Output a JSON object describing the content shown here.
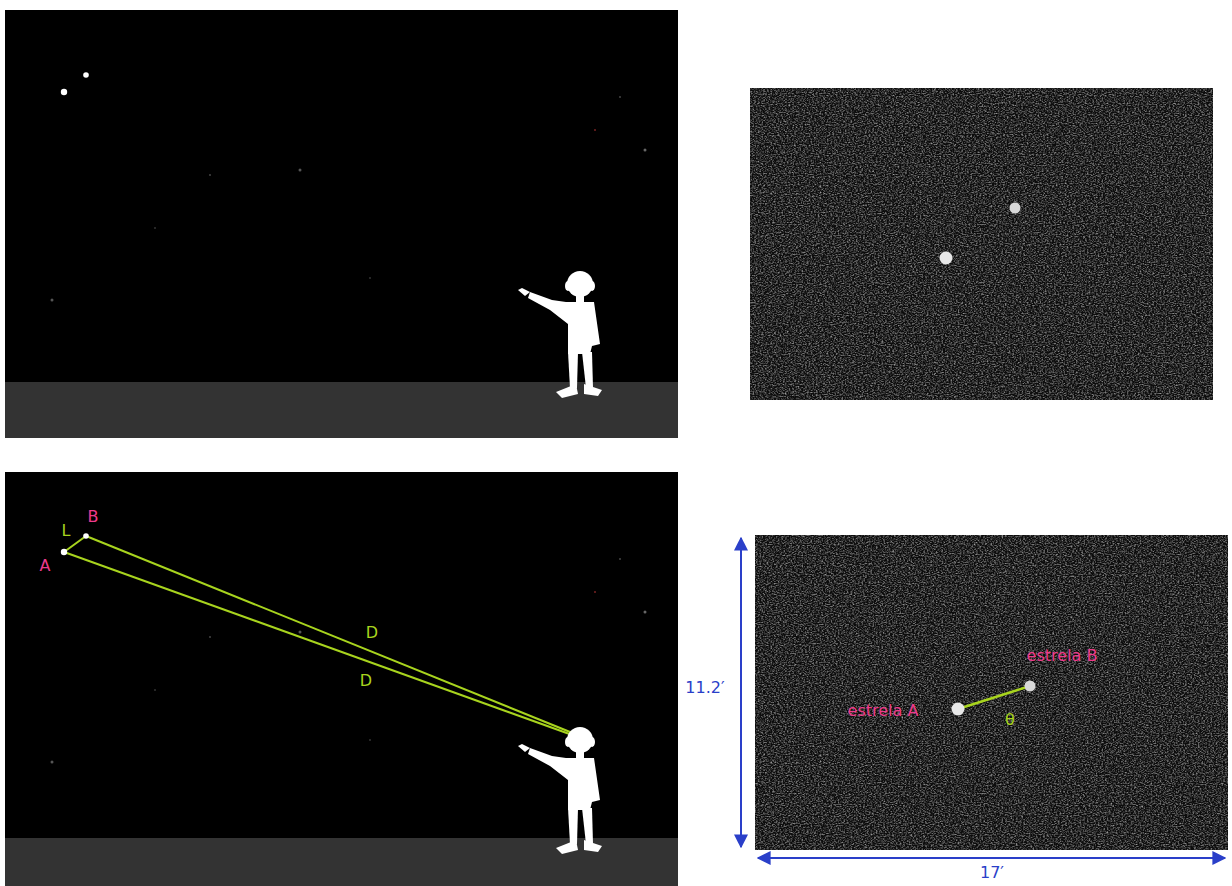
{
  "diagram": {
    "labels": [
      "B",
      "L",
      "A",
      "D",
      "D",
      "estrela B",
      "estrela A",
      "θ",
      "11.2′",
      "17′"
    ]
  }
}
